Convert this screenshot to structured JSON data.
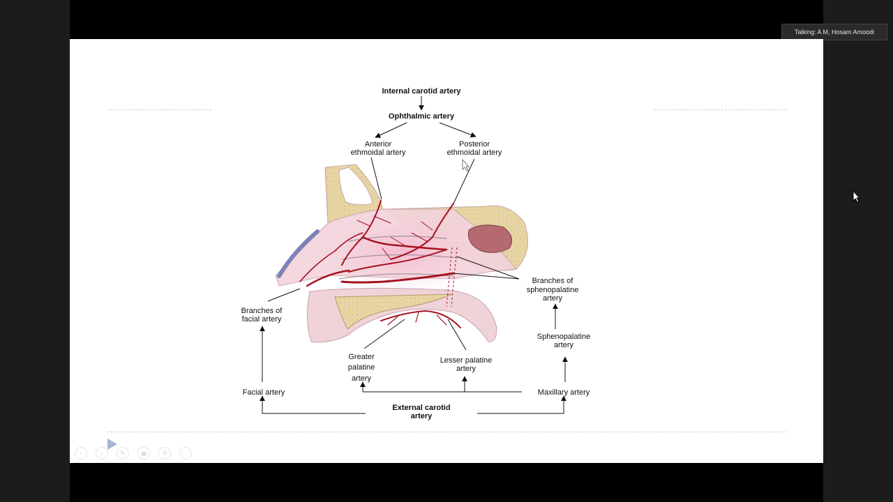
{
  "meeting": {
    "talking_indicator": "Talking: A M, Hosam Amoodi"
  },
  "slide": {
    "labels": {
      "internal_carotid": "Internal carotid artery",
      "ophthalmic": "Ophthalmic artery",
      "anterior_ethmoidal_1": "Anterior",
      "anterior_ethmoidal_2": "ethmoidal artery",
      "posterior_ethmoidal_1": "Posterior",
      "posterior_ethmoidal_2": "ethmoidal artery",
      "branches_sphenopalatine_1": "Branches of",
      "branches_sphenopalatine_2": "sphenopalatine",
      "branches_sphenopalatine_3": "artery",
      "sphenopalatine_1": "Sphenopalatine",
      "sphenopalatine_2": "artery",
      "branches_facial_1": "Branches of",
      "branches_facial_2": "facial artery",
      "greater_palatine_1": "Greater",
      "greater_palatine_2": "palatine",
      "greater_palatine_3": "artery",
      "lesser_palatine_1": "Lesser palatine",
      "lesser_palatine_2": "artery",
      "facial": "Facial artery",
      "maxillary": "Maxillary artery",
      "external_carotid_1": "External carotid",
      "external_carotid_2": "artery"
    }
  },
  "toolbar": {
    "icons": [
      "previous-icon",
      "next-icon",
      "pen-icon",
      "slides-icon",
      "zoom-icon",
      "more-icon"
    ]
  },
  "colors": {
    "bone": "#e8d6a6",
    "mucosa": "#f2cfd8",
    "artery": "#a3111d",
    "sinus": "#b56a72"
  }
}
